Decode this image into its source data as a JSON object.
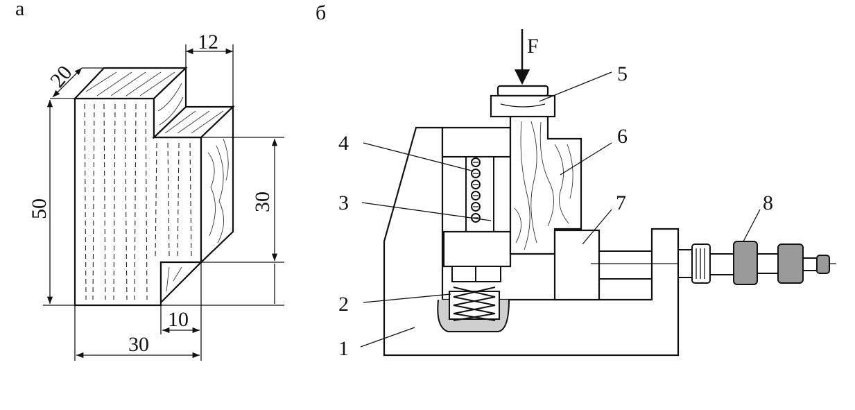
{
  "figure_a": {
    "panel_label": "а",
    "dimensions": {
      "width_top": "12",
      "depth": "20",
      "height": "50",
      "notch_height": "30",
      "notch_width": "10",
      "width_bottom": "30"
    }
  },
  "figure_b": {
    "panel_label": "б",
    "force_label": "F",
    "part_numbers": [
      "1",
      "2",
      "3",
      "4",
      "5",
      "6",
      "7",
      "8"
    ]
  }
}
